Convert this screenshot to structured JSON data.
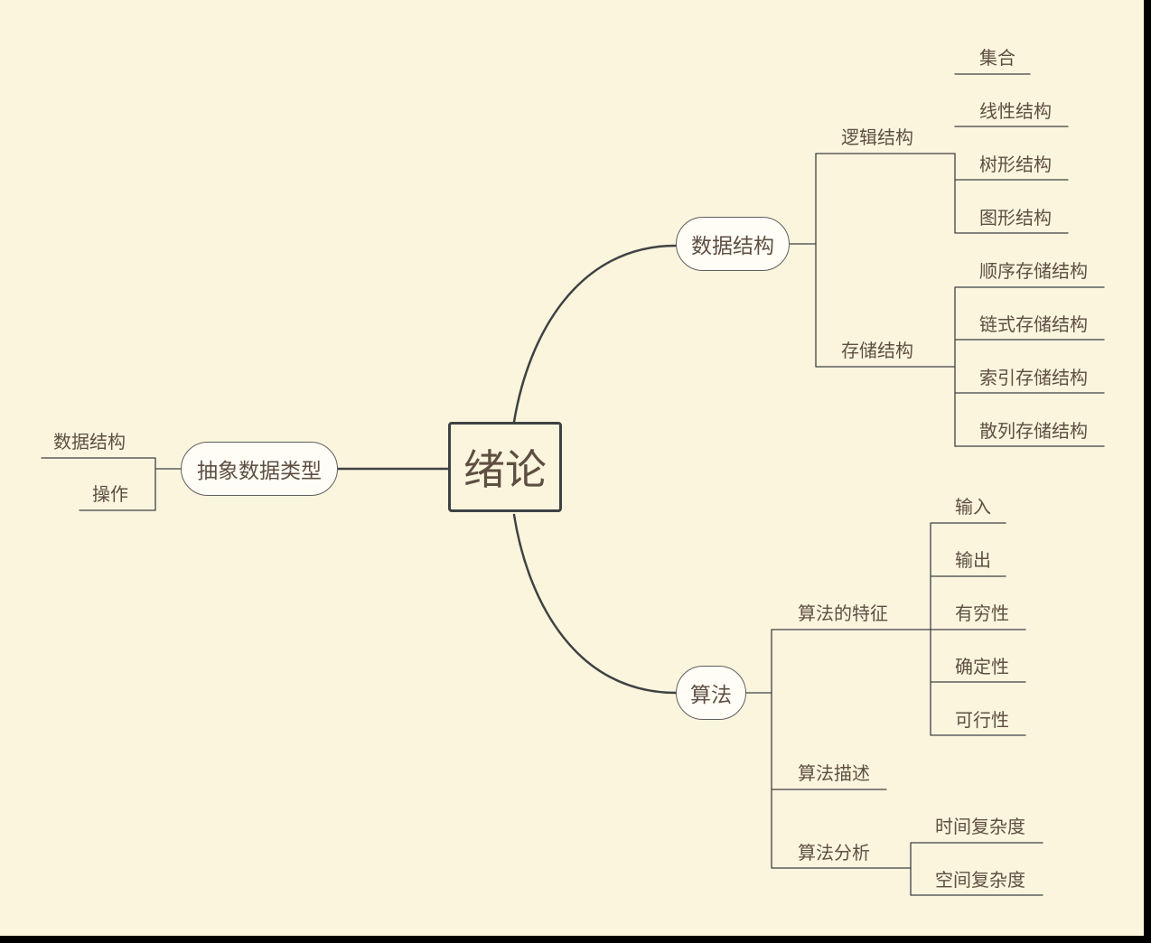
{
  "central_topic": "绪论",
  "branches": {
    "data_structure": {
      "label": "数据结构",
      "logical": {
        "label": "逻辑结构",
        "children": [
          "集合",
          "线性结构",
          "树形结构",
          "图形结构"
        ]
      },
      "storage": {
        "label": "存储结构",
        "children": [
          "顺序存储结构",
          "链式存储结构",
          "索引存储结构",
          "散列存储结构"
        ]
      }
    },
    "algorithm": {
      "label": "算法",
      "features": {
        "label": "算法的特征",
        "children": [
          "输入",
          "输出",
          "有穷性",
          "确定性",
          "可行性"
        ]
      },
      "description": {
        "label": "算法描述"
      },
      "analysis": {
        "label": "算法分析",
        "children": [
          "时间复杂度",
          "空间复杂度"
        ]
      }
    },
    "adt": {
      "label": "抽象数据类型",
      "children": [
        "数据结构",
        "操作"
      ]
    }
  },
  "colors": {
    "background": "#fbf5dd",
    "frame": "#000000",
    "line": "#3f4244",
    "text": "#5e4f42",
    "node_fill": "#fffdf6"
  }
}
